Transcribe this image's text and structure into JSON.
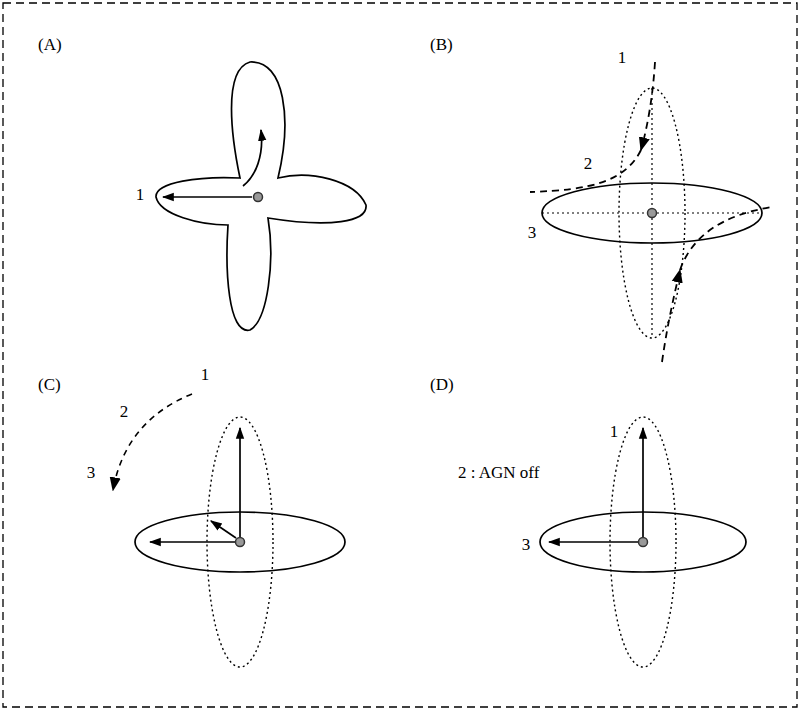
{
  "diagram": {
    "labels": [
      "(A)",
      "1",
      "(B)",
      "1",
      "2",
      "3",
      "(C)",
      "1",
      "2",
      "3",
      "(D)",
      "1",
      "2 : AGN off",
      "3"
    ]
  }
}
